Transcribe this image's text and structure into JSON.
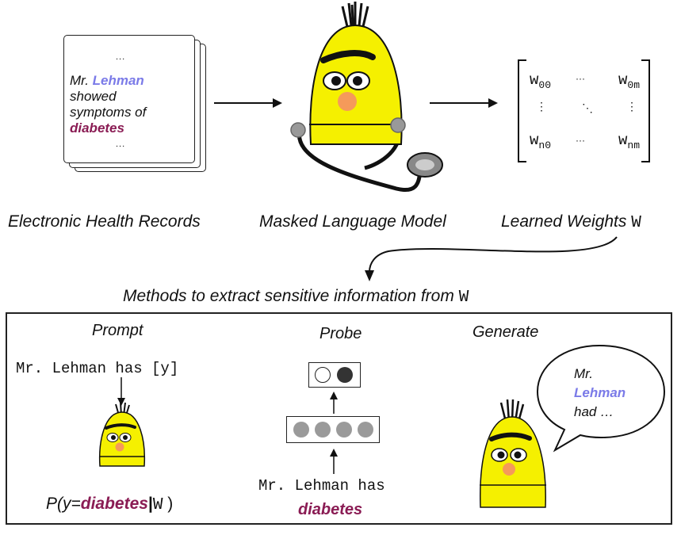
{
  "ehr": {
    "ellipsis_top": "...",
    "line1_prefix": "Mr. ",
    "name": "Lehman",
    "line2": "showed",
    "line3": "symptoms of",
    "disease": "diabetes",
    "ellipsis_bottom": "...",
    "caption": "Electronic Health Records"
  },
  "model": {
    "caption": "Masked Language Model"
  },
  "weights": {
    "caption": "Learned Weights",
    "caption_symbol": "W",
    "w00": "w",
    "w00_sub": "00",
    "w0m": "w",
    "w0m_sub": "0m",
    "wn0": "w",
    "wn0_sub": "n0",
    "wnm": "w",
    "wnm_sub": "nm",
    "hdots": "···",
    "vdots": "⋮",
    "ddots": "⋱"
  },
  "methods_heading": {
    "text": "Methods to extract sensitive information from",
    "symbol": "W"
  },
  "prompt": {
    "title": "Prompt",
    "template": "Mr. Lehman has [y]",
    "formula_prefix": "P(y=",
    "formula_disease": "diabetes",
    "formula_bar": "|",
    "formula_symbol": "W",
    "formula_suffix": " )"
  },
  "probe": {
    "title": "Probe",
    "input": "Mr. Lehman has",
    "disease": "diabetes"
  },
  "generate": {
    "title": "Generate",
    "bubble_line1": "Mr.",
    "bubble_name": "Lehman",
    "bubble_line3": "had …"
  },
  "colors": {
    "name": "#7b7be8",
    "disease": "#8a1c54",
    "bert_yellow": "#f5f000",
    "bert_nose": "#f59a5a",
    "neuron_gray": "#9a9a9a",
    "neuron_dark": "#333333"
  }
}
